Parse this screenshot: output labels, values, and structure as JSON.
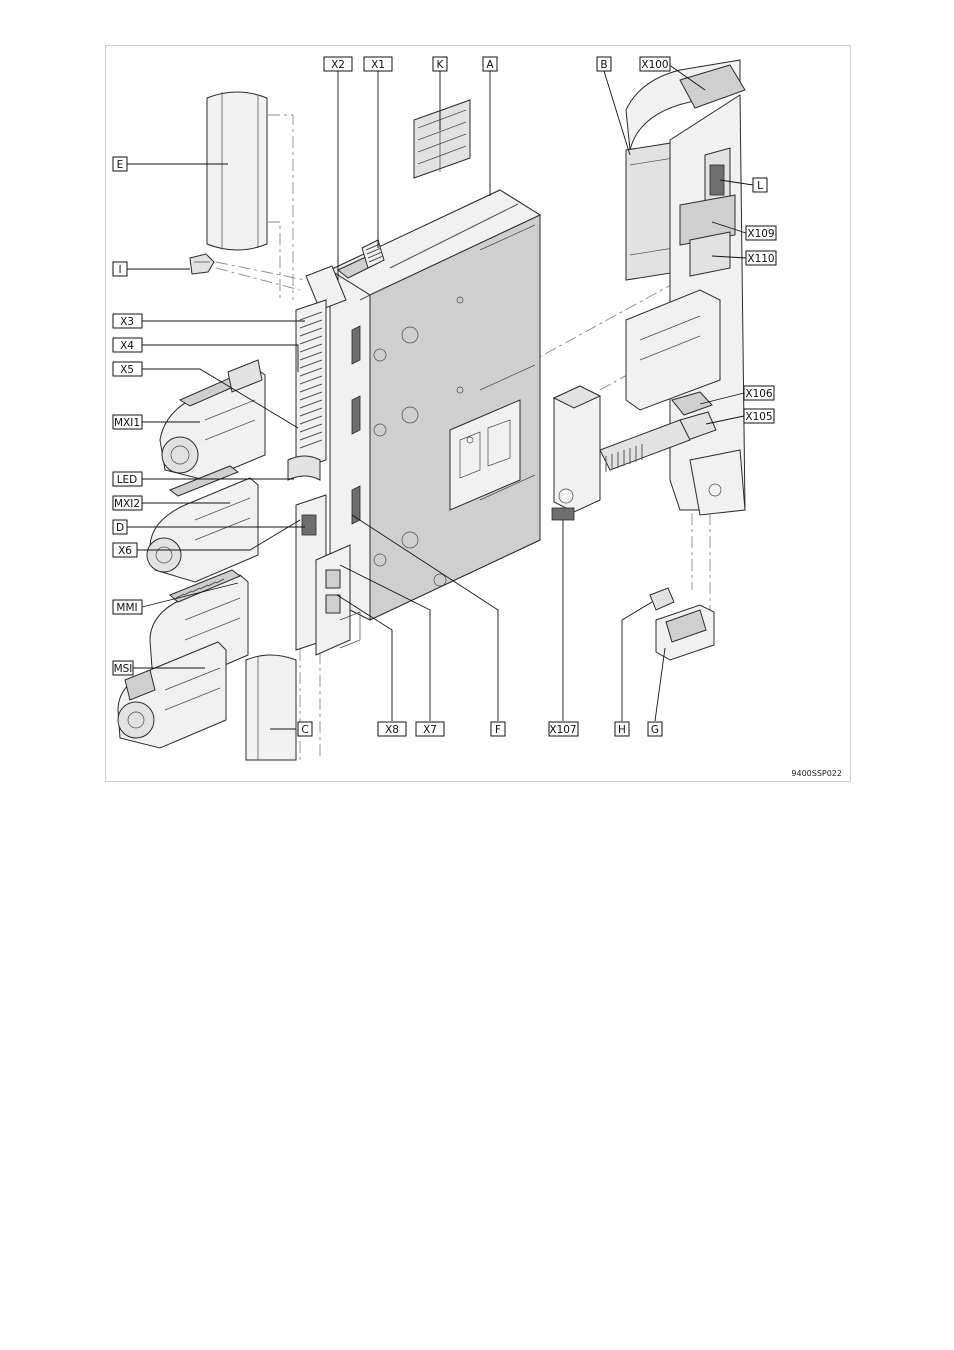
{
  "figure": {
    "code": "9400SSP022",
    "labels": {
      "X2": "X2",
      "X1": "X1",
      "K": "K",
      "A": "A",
      "B": "B",
      "X100": "X100",
      "E": "E",
      "I": "I",
      "L": "L",
      "X109": "X109",
      "X110": "X110",
      "X3": "X3",
      "X4": "X4",
      "X5": "X5",
      "MXI1": "MXI1",
      "LED": "LED",
      "MXI2": "MXI2",
      "D": "D",
      "X6": "X6",
      "MMI": "MMI",
      "MSI": "MSI",
      "X106": "X106",
      "X105": "X105",
      "C": "C",
      "X8": "X8",
      "X7": "X7",
      "F": "F",
      "X107": "X107",
      "H": "H",
      "G": "G"
    }
  }
}
